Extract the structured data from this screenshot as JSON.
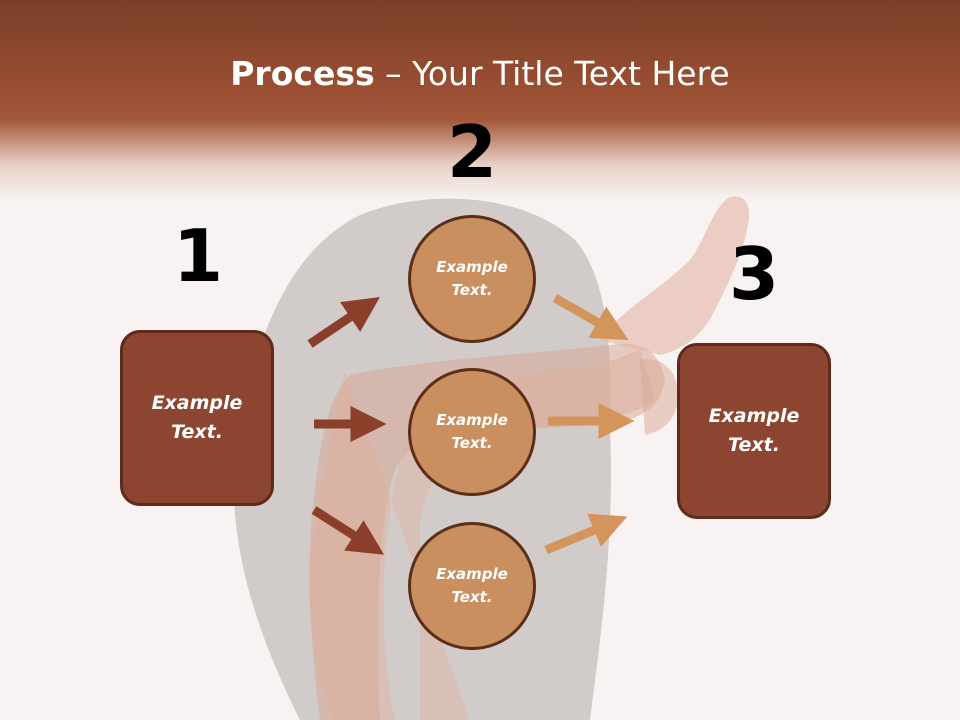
{
  "slide": {
    "title_bold": "Process",
    "title_rest": " – Your Title Text Here"
  },
  "steps": {
    "one": "1",
    "two": "2",
    "three": "3"
  },
  "left_box": {
    "text": "Example\nText."
  },
  "right_box": {
    "text": "Example\nText."
  },
  "circles": [
    {
      "text": "Example\nText."
    },
    {
      "text": "Example\nText."
    },
    {
      "text": "Example\nText."
    }
  ],
  "colors": {
    "header": "#9a4f33",
    "box_fill": "#8b4530",
    "circle_fill": "#c98f5e",
    "arrow_dark": "#8b3f2a",
    "arrow_light": "#d4955c"
  }
}
